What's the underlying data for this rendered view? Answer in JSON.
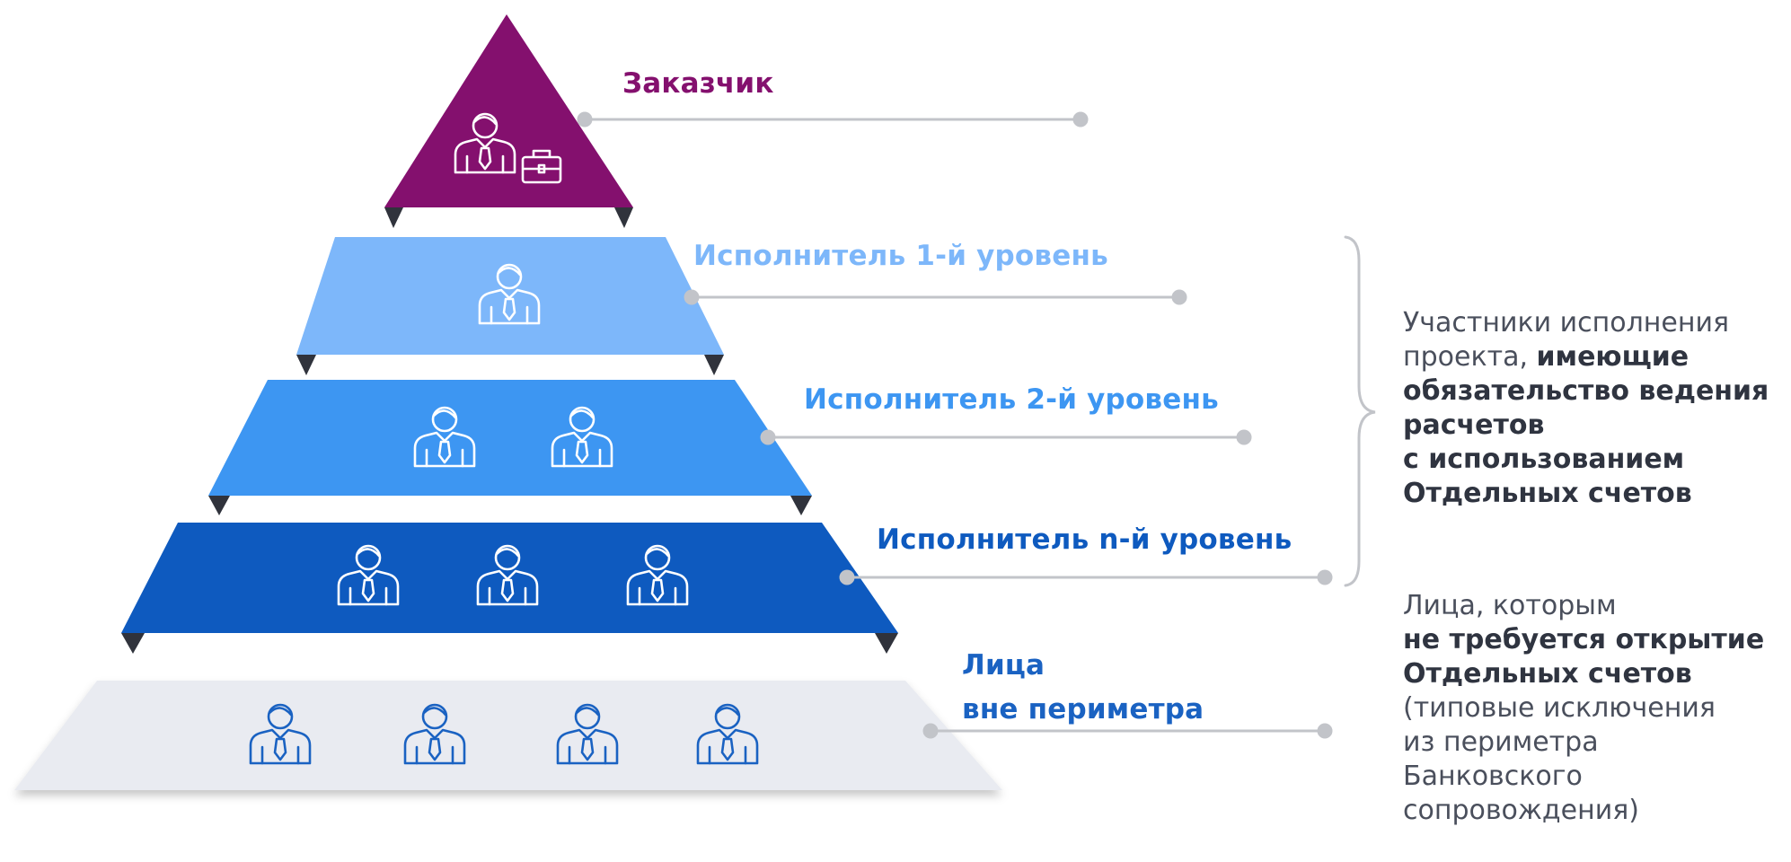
{
  "colors": {
    "top": "#84106e",
    "level1": "#7db7fa",
    "level2": "#3d96f2",
    "leveln": "#0e5abf",
    "outside": "#e9ebf1",
    "icon_on_dark": "#ffffff",
    "icon_on_light": "#1a62c2",
    "connector": "#c2c4c9",
    "ledge": "#30333c"
  },
  "tiers": [
    {
      "id": "customer",
      "label": "Заказчик",
      "label_color": "#84106e",
      "icons": [
        "customer-with-briefcase-icon"
      ]
    },
    {
      "id": "level1",
      "label": "Исполнитель 1-й уровень",
      "label_color": "#7db7fa",
      "icons": [
        "person-icon"
      ]
    },
    {
      "id": "level2",
      "label": "Исполнитель 2-й уровень",
      "label_color": "#3d96f2",
      "icons": [
        "person-icon",
        "person-icon"
      ]
    },
    {
      "id": "leveln",
      "label": "Исполнитель n-й уровень",
      "label_color": "#0e5abf",
      "icons": [
        "person-icon",
        "person-icon",
        "person-icon"
      ]
    },
    {
      "id": "outside",
      "label_lines": [
        "Лица",
        "вне периметра"
      ],
      "label_color": "#1a62c2",
      "icons": [
        "person-icon",
        "person-icon",
        "person-icon",
        "person-icon"
      ]
    }
  ],
  "note_participants": {
    "line1": "Участники исполнения",
    "line2_normal": "проекта, ",
    "line2_bold": "имеющие",
    "line3": "обязательство ведения",
    "line4": "расчетов",
    "line5": "с использованием",
    "line6": "Отдельных счетов"
  },
  "note_outside": {
    "line1": "Лица, которым",
    "line2": "не требуется открытие",
    "line3": "Отдельных счетов",
    "line4": "(типовые исключения",
    "line5": "из периметра",
    "line6": "Банковского",
    "line7": "сопровождения)"
  }
}
